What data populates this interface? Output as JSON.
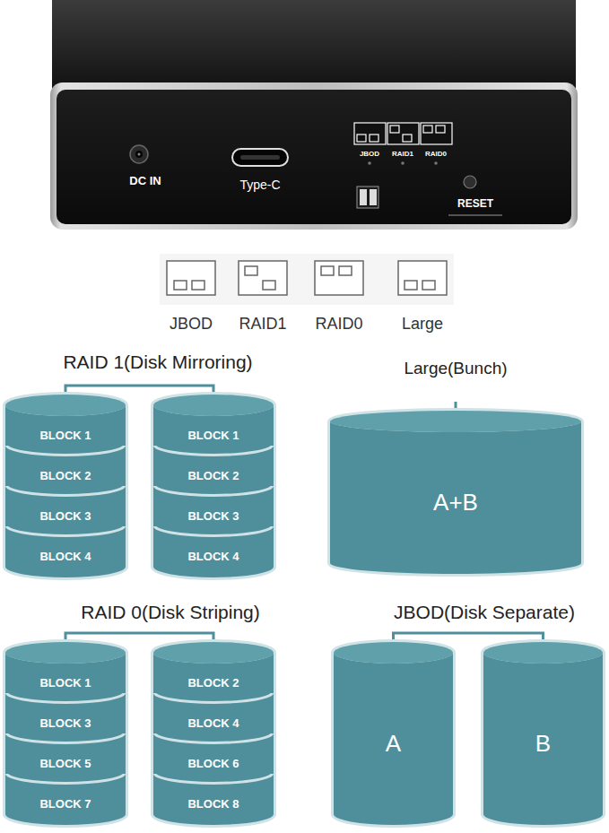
{
  "diagram": {
    "nodes": [
      {
        "text": [
          "BLOCK 1"
        ]
      },
      {
        "text": [
          "BLOCK 2"
        ]
      },
      {
        "text": [
          "BLOCK 3"
        ]
      },
      {
        "text": [
          "BLOCK 4"
        ]
      },
      {
        "text": [
          "BLOCK 1"
        ]
      },
      {
        "text": [
          "BLOCK 2"
        ]
      },
      {
        "text": [
          "BLOCK 3"
        ]
      },
      {
        "text": [
          "BLOCK 4"
        ]
      },
      {
        "text": [
          "A+B"
        ]
      },
      {
        "text": [
          "BLOCK 1"
        ]
      },
      {
        "text": [
          "BLOCK 3"
        ]
      },
      {
        "text": [
          "BLOCK 5"
        ]
      },
      {
        "text": [
          "BLOCK 7"
        ]
      },
      {
        "text": [
          "BLOCK 2"
        ]
      },
      {
        "text": [
          "BLOCK 4"
        ]
      },
      {
        "text": [
          "BLOCK 6"
        ]
      },
      {
        "text": [
          "BLOCK 8"
        ]
      },
      {
        "text": [
          "A"
        ]
      },
      {
        "text": [
          "B"
        ]
      }
    ],
    "edges": [
      {
        "from": 0,
        "to": 4,
        "arrow": "none"
      },
      {
        "from": 9,
        "to": 13,
        "arrow": "none"
      },
      {
        "from": 17,
        "to": 18,
        "arrow": "none"
      }
    ],
    "labels": [
      "DC IN",
      "Type-C",
      "JBOD",
      "RAID1",
      "RAID0",
      "RESET",
      "JBOD",
      "RAID1",
      "RAID0",
      "Large",
      "RAID 1(Disk Mirroring)",
      "Large(Bunch)",
      "RAID 0(Disk Striping)",
      "JBOD(Disk Separate)"
    ]
  }
}
